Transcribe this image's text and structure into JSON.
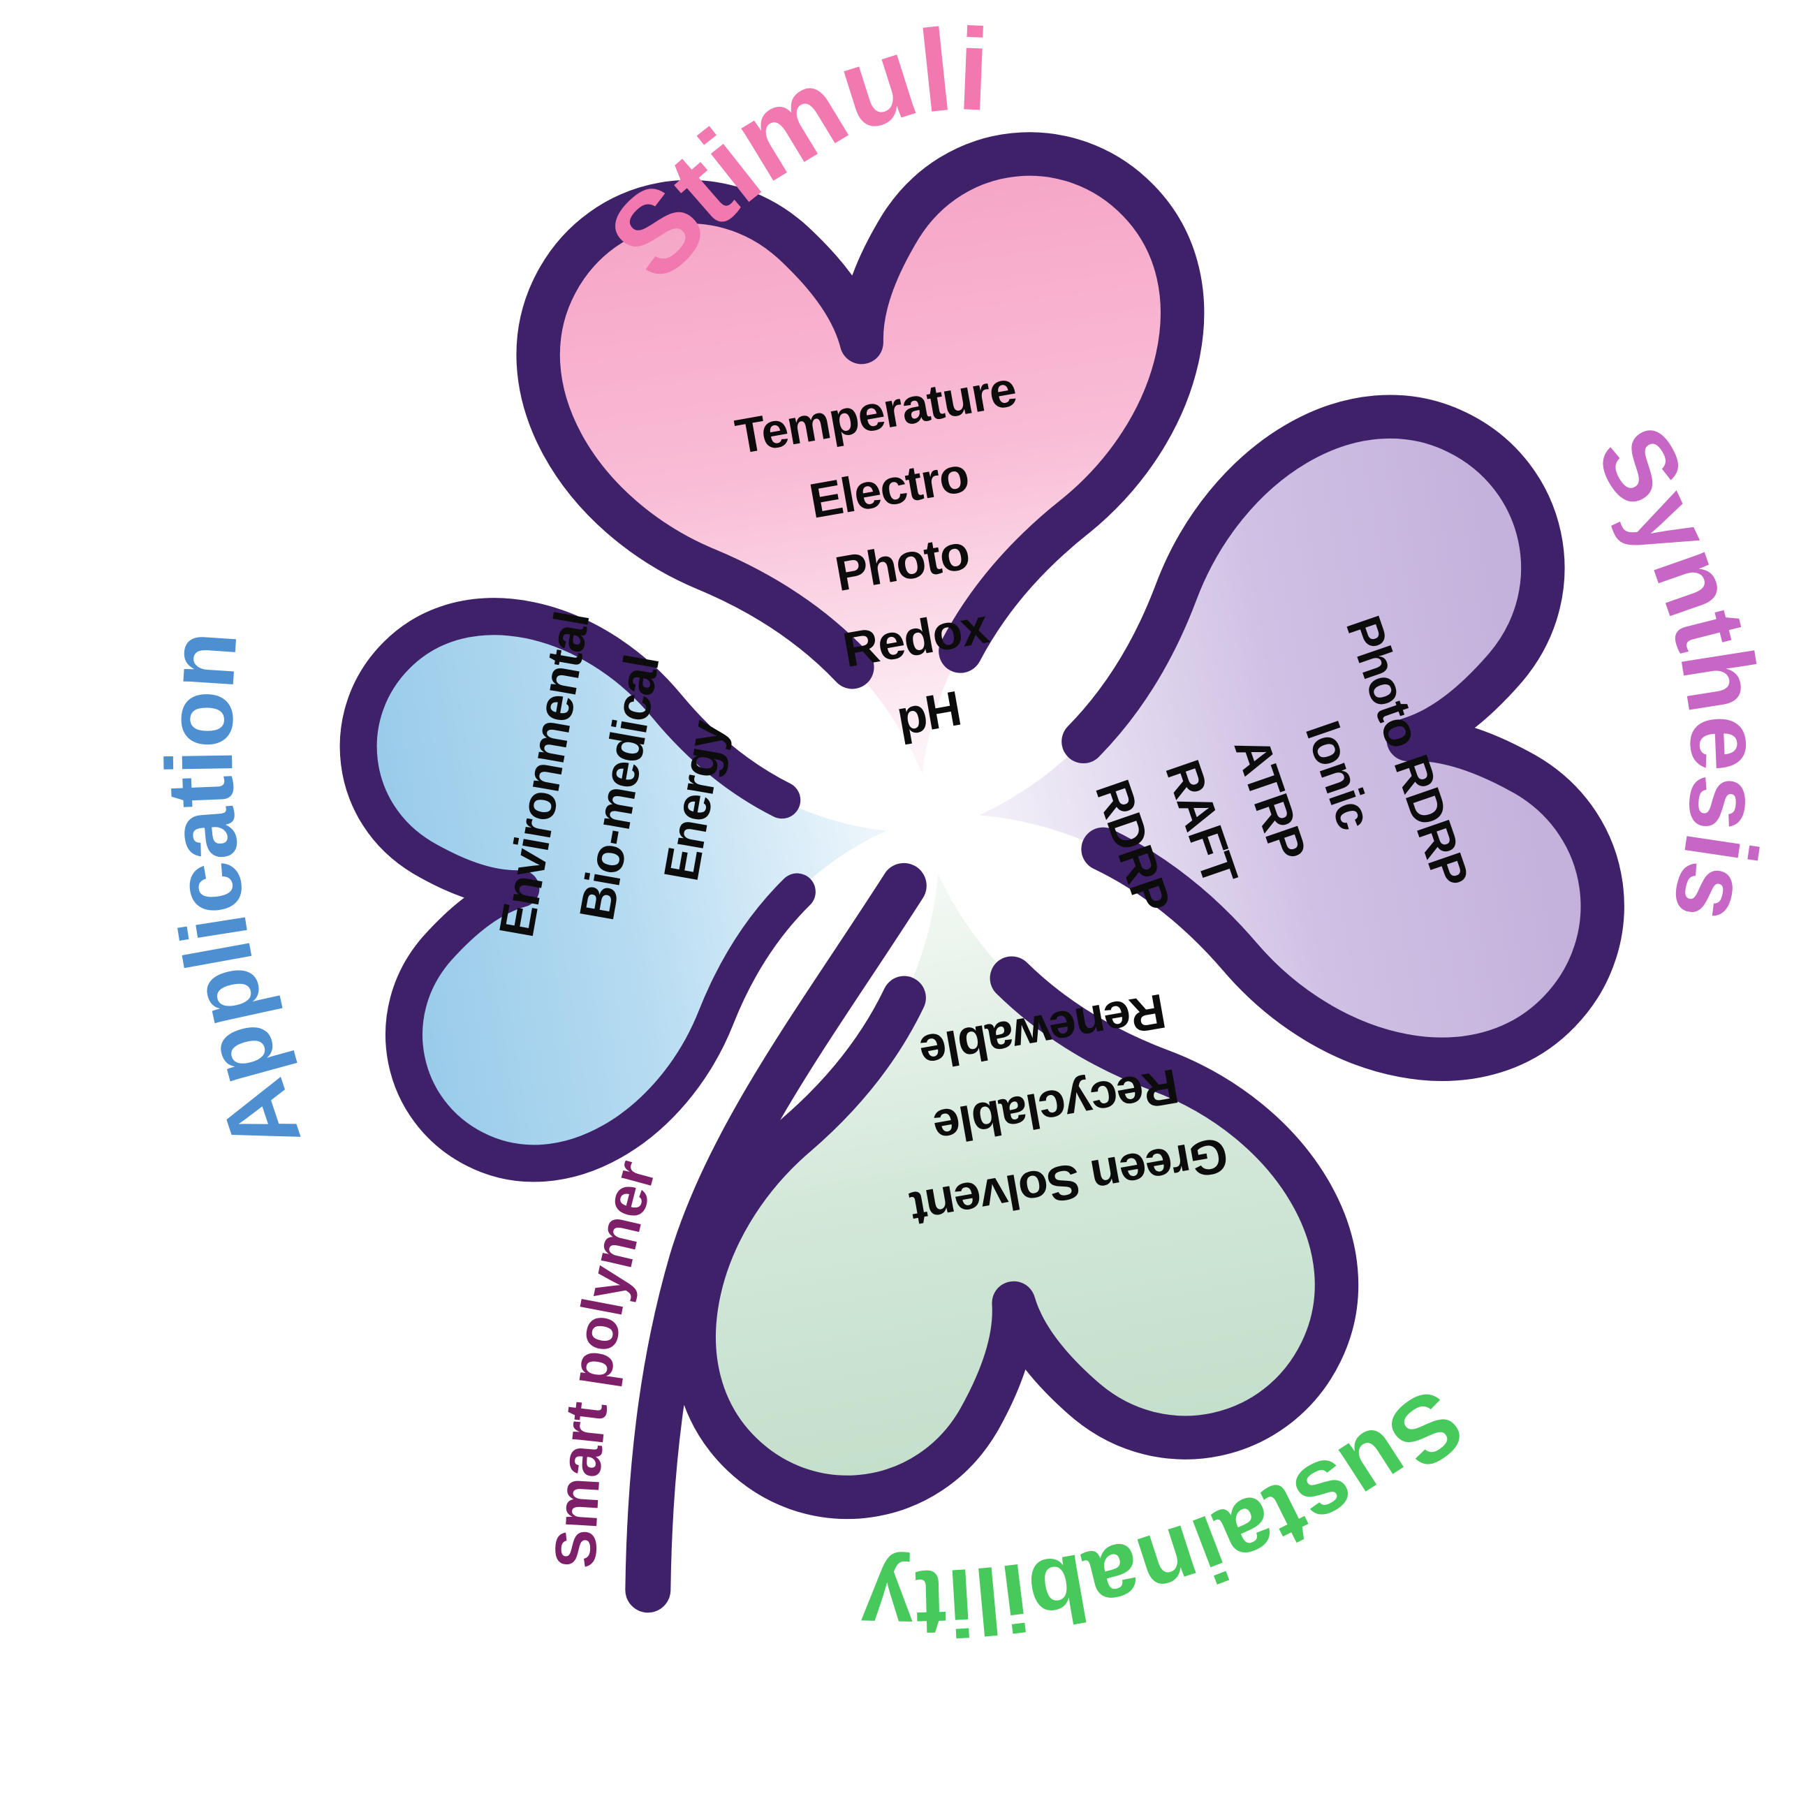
{
  "figure": {
    "background": "#ffffff",
    "outline_color": "#3f2169",
    "item_text_color": "#0c0c0c",
    "stem": {
      "label": "Smart polymer",
      "color": "#7d2069"
    }
  },
  "leaves": [
    {
      "id": "stimuli",
      "label": "Stimuli",
      "label_color": "#f179af",
      "fill_outer": "#f6a3c6",
      "fill_mid": "#f9bcd6",
      "fill_inner": "#fdf4f8",
      "items": [
        "Temperature",
        "Electro",
        "Photo",
        "Redox",
        "pH"
      ]
    },
    {
      "id": "synthesis",
      "label": "Synthesis",
      "label_color": "#c767c5",
      "fill_outer": "#c2aeda",
      "fill_mid": "#cfc0e4",
      "fill_inner": "#f2eff8",
      "items": [
        "Photo RDRP",
        "Ionic",
        "ATRP",
        "RAFT",
        "RDRP"
      ]
    },
    {
      "id": "sustainability",
      "label": "Sustainability",
      "label_color": "#48c95c",
      "fill_outer": "#c2dec9",
      "fill_mid": "#d2e7d8",
      "fill_inner": "#f2f8f3",
      "items": [
        "Green Solvent",
        "Recyclable",
        "Renewable"
      ]
    },
    {
      "id": "application",
      "label": "Application",
      "label_color": "#4e8fd2",
      "fill_outer": "#95c9e9",
      "fill_mid": "#b5dbf1",
      "fill_inner": "#ecf5fb",
      "items": [
        "Environmental",
        "Bio-medical",
        "Energy"
      ]
    }
  ]
}
